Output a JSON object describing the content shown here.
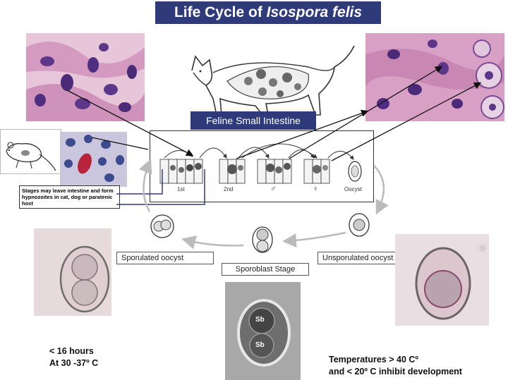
{
  "title_prefix": "Life Cycle of ",
  "title_species": "Isospora felis",
  "intestine_label": "Feline Small Intestine",
  "stages": {
    "s1": "1st",
    "s2": "2nd",
    "male": "♂",
    "female": "♀",
    "oocyst": "Oocyst"
  },
  "note": "Stages may leave intestine and form hypnozoites in cat, dog or paratenic host",
  "labels": {
    "sporulated": "Sporulated oocyst",
    "sporoblast": "Sporoblast Stage",
    "unsporulated": "Unsporulated oocyst",
    "sb": "Sb"
  },
  "captions": {
    "time_line1": "< 16 hours",
    "time_line2": "At 30 -37º C",
    "temp_line1": "Temperatures > 40 Cº",
    "temp_line2": "and < 20º C inhibit development"
  },
  "colors": {
    "title_bg": "#2e3a7a",
    "tissue_pink": "#d9a3c6",
    "nucleus_purple": "#4b2a78",
    "micro_bg": "#e9dde0"
  }
}
